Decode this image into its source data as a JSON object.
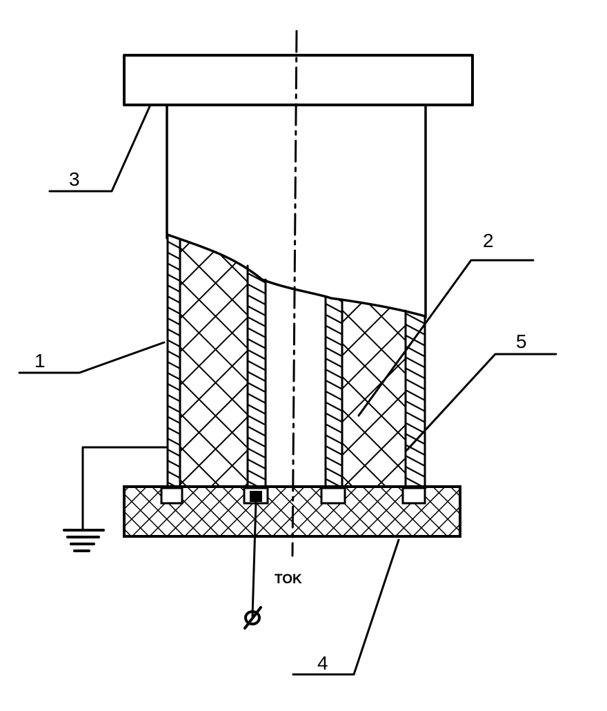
{
  "labels": {
    "l1": "1",
    "l2": "2",
    "l3": "3",
    "l4": "4",
    "l5": "5",
    "current": "TOK"
  },
  "colors": {
    "ink": "#000000",
    "paper": "#ffffff"
  }
}
